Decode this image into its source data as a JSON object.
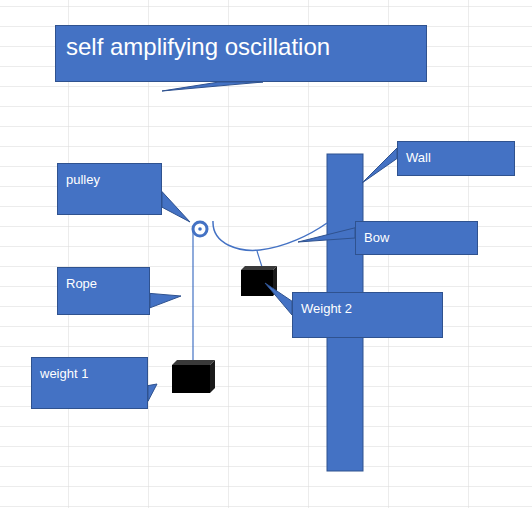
{
  "diagram": {
    "title": "self amplifying oscillation",
    "nodes": [
      {
        "text": [
          "pulley"
        ]
      },
      {
        "text": [
          "Wall"
        ]
      },
      {
        "text": [
          "Bow"
        ]
      },
      {
        "text": [
          "Rope"
        ]
      },
      {
        "text": [
          "Weight 2"
        ]
      },
      {
        "text": [
          "weight 1"
        ]
      }
    ]
  }
}
